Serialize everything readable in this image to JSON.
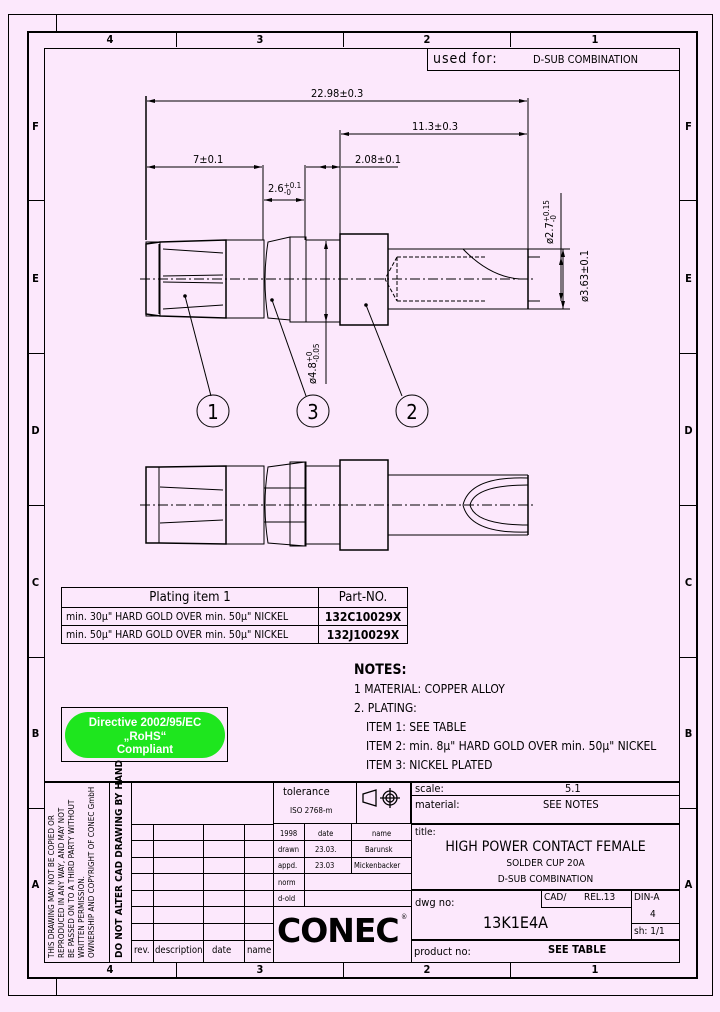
{
  "frame": {
    "columns_top": [
      "4",
      "3",
      "2",
      "1"
    ],
    "columns_bottom": [
      "4",
      "3",
      "2",
      "1"
    ],
    "rows_left": [
      "F",
      "E",
      "D",
      "C",
      "B",
      "A"
    ],
    "rows_right": [
      "F",
      "E",
      "D",
      "C",
      "B",
      "A"
    ]
  },
  "used_for": {
    "label": "used for:",
    "value": "D-SUB COMBINATION"
  },
  "dimensions": {
    "overall_length": "22.98±0.3",
    "shank_length": "11.3±0.3",
    "cup_length": "7±0.1",
    "groove_width_base": "2.6",
    "groove_width_tol_upper": "+0.1",
    "groove_width_tol_lower": "-0",
    "collar_width": "2.08±0.1",
    "diameter_cup_inner_base": "ø2.7",
    "diameter_cup_inner_tol_upper": "+0.15",
    "diameter_cup_inner_tol_lower": "-0",
    "diameter_shank": "ø3.63±0.1",
    "diameter_body_base": "ø4.8",
    "diameter_body_tol_upper": "+0",
    "diameter_body_tol_lower": "-0.05"
  },
  "callouts": [
    "1",
    "3",
    "2"
  ],
  "plating_table": {
    "headers": [
      "Plating item 1",
      "Part-NO."
    ],
    "rows": [
      {
        "description": "min. 30µ\" HARD GOLD OVER min. 50µ\" NICKEL",
        "part_no": "132C10029X"
      },
      {
        "description": "min. 50µ\" HARD GOLD OVER min. 50µ\" NICKEL",
        "part_no": "132J10029X"
      }
    ]
  },
  "notes": {
    "heading": "NOTES:",
    "lines": [
      "1 MATERIAL: COPPER ALLOY",
      "2. PLATING:",
      "ITEM 1: SEE TABLE",
      "ITEM 2: min.  8µ\" HARD GOLD OVER min. 50µ\" NICKEL",
      "ITEM 3: NICKEL PLATED"
    ]
  },
  "rohs": {
    "line1": "Directive 2002/95/EC",
    "line2": "„RoHS“",
    "line3": "Compliant",
    "color": "#1ee61e"
  },
  "title_block": {
    "copyright_lines": [
      "THIS DRAWING MAY NOT BE COPIED OR",
      "REPRODUCED IN ANY WAY, AND MAY NOT",
      "BE PASSED ON TO A THIRD PARTY WITHOUT",
      "WRITTEN PERMISSION.",
      "OWNERSHIP AND COPYRIGHT OF CONEC GmbH"
    ],
    "do_not_alter": "DO NOT ALTER CAD DRAWING BY HAND",
    "revision_headers": [
      "rev.",
      "description",
      "date",
      "name"
    ],
    "tolerance_label": "tolerance",
    "tolerance_value": "ISO 2768-m",
    "approval": {
      "year": "1998",
      "date_header": "date",
      "name_header": "name",
      "rows": [
        {
          "role": "drawn",
          "date": "23.03.",
          "name": "Barunsk"
        },
        {
          "role": "appd.",
          "date": "23.03",
          "name": "Mickenbacker"
        },
        {
          "role": "norm",
          "date": "",
          "name": ""
        },
        {
          "role": "d-old",
          "date": "",
          "name": ""
        }
      ]
    },
    "company_logo": "CONEC",
    "scale_label": "scale:",
    "scale_value": "5.1",
    "material_label": "material:",
    "material_value": "SEE NOTES",
    "title_label": "title:",
    "title_main": "HIGH POWER CONTACT FEMALE",
    "title_sub1": "SOLDER CUP 20A",
    "title_sub2": "D-SUB COMBINATION",
    "dwg_label": "dwg no:",
    "dwg_value": "13K1E4A",
    "cad_label": "CAD/",
    "cad_rel": "REL.13",
    "din_label": "DIN-A",
    "din_value": "4",
    "sheet": "sh: 1/1",
    "product_label": "product no:",
    "product_value": "SEE TABLE"
  }
}
